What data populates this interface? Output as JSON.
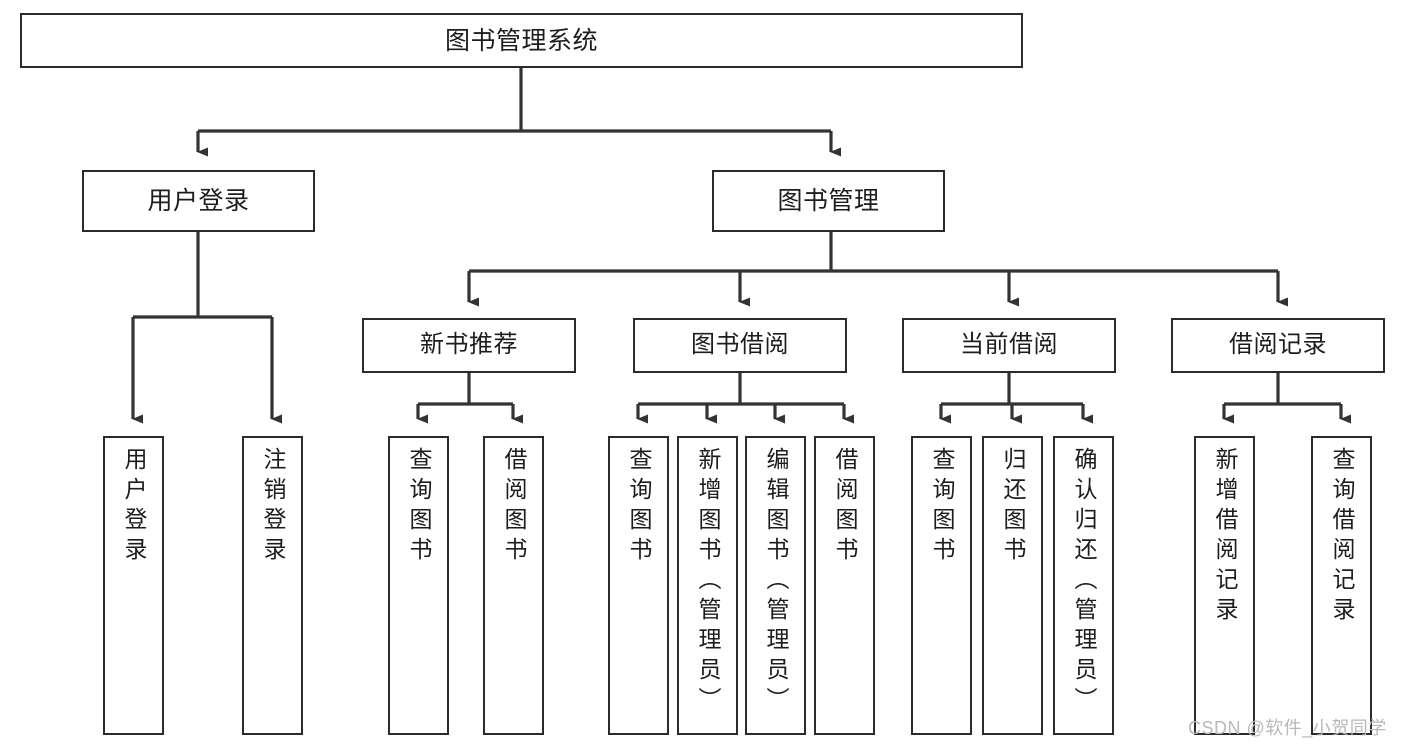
{
  "diagram": {
    "title": "图书管理系统",
    "type": "hierarchy-tree",
    "watermark": "CSDN @软件_小贺同学",
    "colors": {
      "box_border": "#2b2b2b",
      "box_fill": "#ffffff",
      "connector": "#333333",
      "text": "#1d1d1d",
      "watermark": "#b9b9b9"
    },
    "nodes": {
      "root": {
        "label": "图书管理系统"
      },
      "level2": [
        {
          "label": "用户登录"
        },
        {
          "label": "图书管理"
        }
      ],
      "level3": [
        {
          "label": "新书推荐"
        },
        {
          "label": "图书借阅"
        },
        {
          "label": "当前借阅"
        },
        {
          "label": "借阅记录"
        }
      ],
      "leaves": {
        "user_login": [
          {
            "label": "用户登录"
          },
          {
            "label": "注销登录"
          }
        ],
        "new_book_recommend": [
          {
            "label": "查询图书"
          },
          {
            "label": "借阅图书"
          }
        ],
        "book_borrow": [
          {
            "label": "查询图书"
          },
          {
            "label": "新增图书（管理员）"
          },
          {
            "label": "编辑图书（管理员）"
          },
          {
            "label": "借阅图书"
          }
        ],
        "current_borrow": [
          {
            "label": "查询图书"
          },
          {
            "label": "归还图书"
          },
          {
            "label": "确认归还（管理员）"
          }
        ],
        "borrow_record": [
          {
            "label": "新增借阅记录"
          },
          {
            "label": "查询借阅记录"
          }
        ]
      }
    }
  }
}
